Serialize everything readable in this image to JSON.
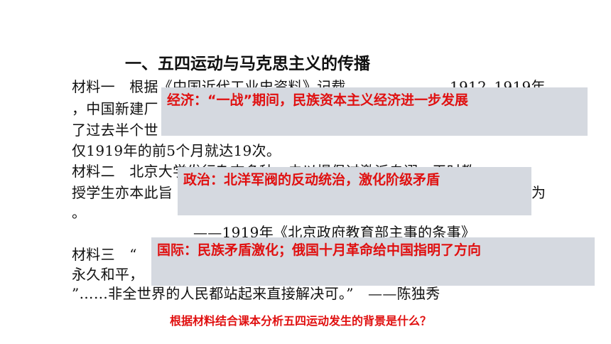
{
  "slide": {
    "title": "一、五四运动与马克思主义的传播",
    "material1": {
      "line1_a": "材料一　根据《中国近代工业史资料》记载，",
      "line1_b": "1912–1919年",
      "line2": "，中国新建厂",
      "line3": "了过去半个世",
      "line4": "仅1919年的前5个月就达19次。"
    },
    "material2": {
      "line1_a": "材料二　北京大学发行杂志多种，未以提倡过激派自诩，平时教",
      "line2_a": "授学生亦本此旨",
      "line2_b": "为",
      "line3": "。",
      "source": "——1919年《北京政府教育部主事的条事》"
    },
    "material3": {
      "line1": "材料三　“",
      "line2": "永久和平，",
      "line3": "”……非全世界的人民都站起来直接解决可。”　——陈独秀"
    },
    "overlays": {
      "economy": "经济：“一战”期间，民族资本主义经济进一步发展",
      "politics": "政治：北洋军阀的反动统治，激化阶级矛盾",
      "international": "国际：民族矛盾激化；俄国十月革命给中国指明了方向"
    },
    "question": "根据材料结合课本分析五四运动发生的背景是什么？"
  }
}
